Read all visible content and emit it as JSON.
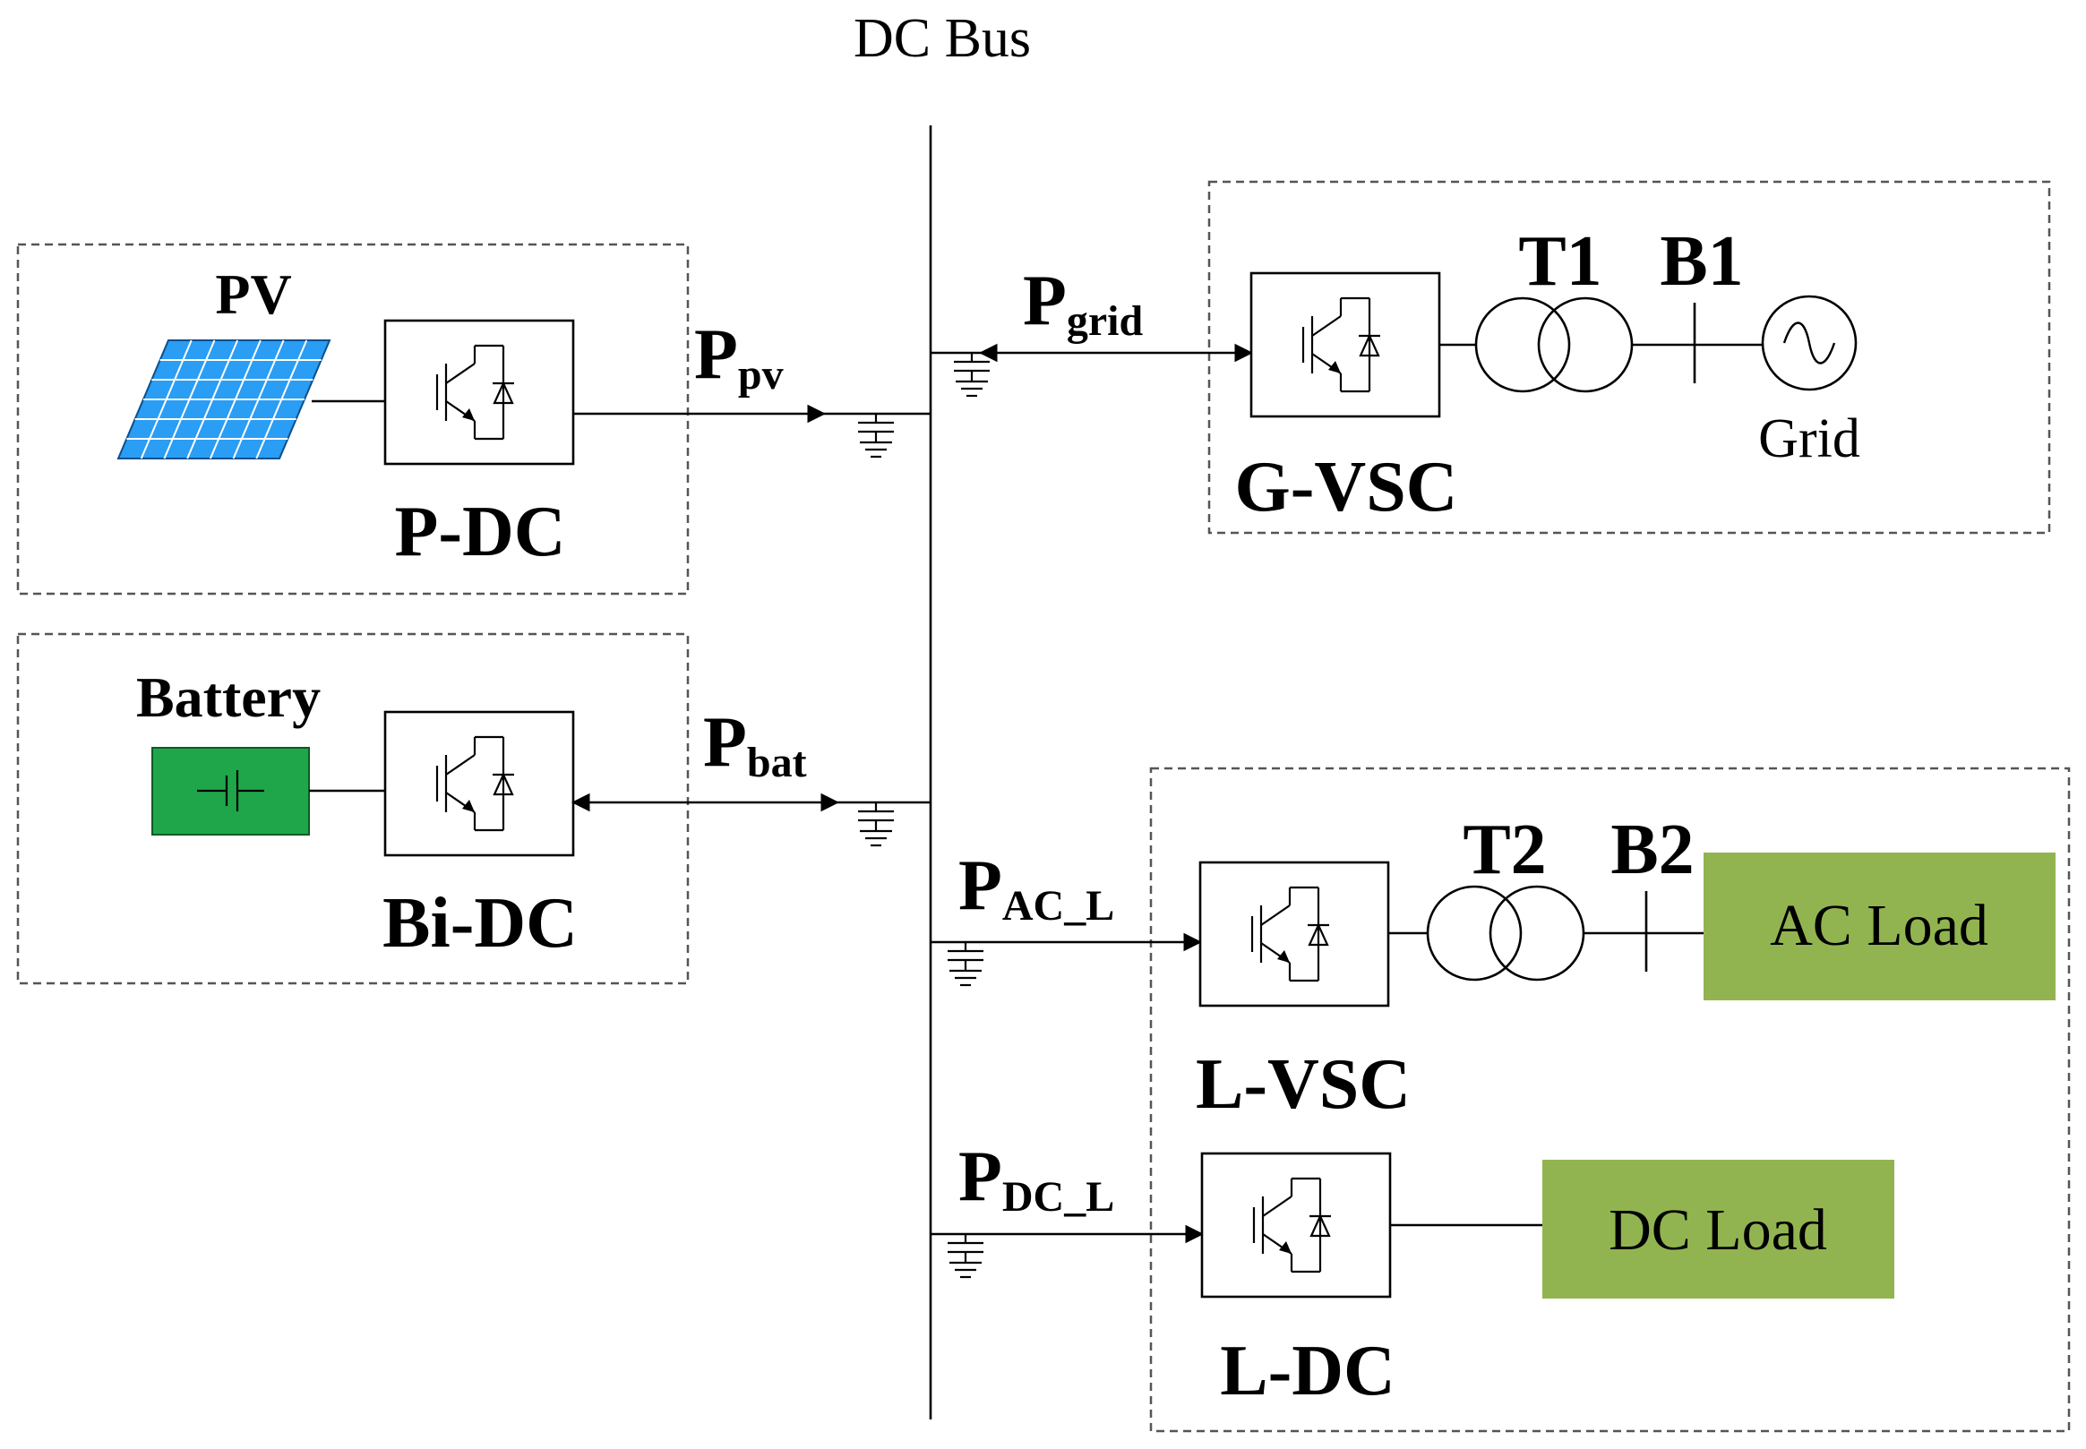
{
  "bus_label": "DC Bus",
  "pv": {
    "source_label": "PV",
    "converter_label": "P-DC",
    "power_label": "P",
    "power_sub": "pv"
  },
  "battery": {
    "source_label": "Battery",
    "converter_label": "Bi-DC",
    "power_label": "P",
    "power_sub": "bat"
  },
  "grid": {
    "converter_label": "G-VSC",
    "transformer_label": "T1",
    "breaker_label": "B1",
    "source_label": "Grid",
    "power_label": "P",
    "power_sub": "grid"
  },
  "ac_load": {
    "converter_label": "L-VSC",
    "transformer_label": "T2",
    "breaker_label": "B2",
    "load_label": "AC Load",
    "power_label": "P",
    "power_sub": "AC_L"
  },
  "dc_load": {
    "converter_label": "L-DC",
    "load_label": "DC Load",
    "power_label": "P",
    "power_sub": "DC_L"
  },
  "colors": {
    "pv_panel": "#2a9df4",
    "battery": "#1fa64a",
    "load": "#92b450",
    "frame": "#555555"
  }
}
